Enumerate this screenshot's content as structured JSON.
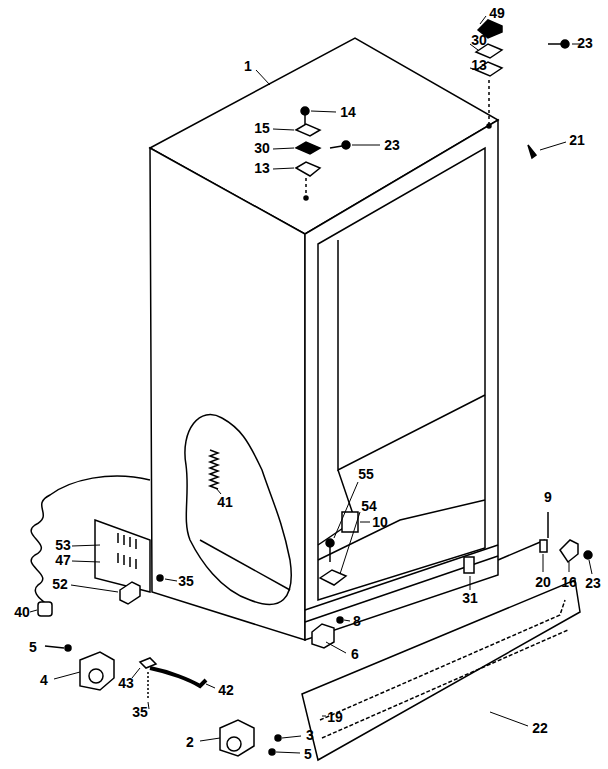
{
  "diagram": {
    "labels": [
      "1",
      "49",
      "30",
      "23",
      "13",
      "14",
      "15",
      "30",
      "23",
      "21",
      "13",
      "41",
      "55",
      "54",
      "9",
      "53",
      "47",
      "10",
      "52",
      "35",
      "31",
      "20",
      "16",
      "23",
      "40",
      "8",
      "5",
      "6",
      "4",
      "43",
      "42",
      "35",
      "19",
      "22",
      "2",
      "3",
      "5"
    ]
  }
}
